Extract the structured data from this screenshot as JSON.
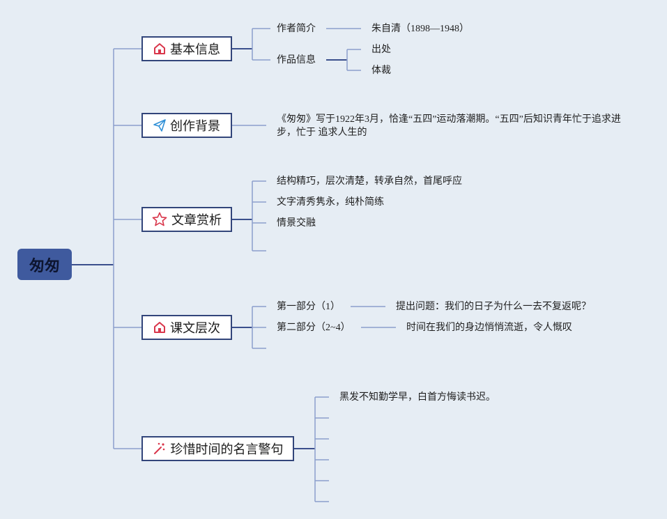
{
  "root": {
    "label": "匆匆"
  },
  "branches": {
    "basic_info": {
      "label": "基本信息",
      "icon": "home-icon",
      "author_label": "作者简介",
      "author_value": "朱自清（1898—1948）",
      "work_label": "作品信息",
      "work_children": [
        "出处",
        "体裁"
      ]
    },
    "background": {
      "label": "创作背景",
      "icon": "paper-plane-icon",
      "text": "《匆匆》写于1922年3月，恰逢“五四”运动落潮期。“五四”后知识青年忙于追求进步，忙于 追求人生的"
    },
    "appreciation": {
      "label": "文章赏析",
      "icon": "star-icon",
      "items": [
        "结构精巧，层次清楚，转承自然，首尾呼应",
        "文字清秀隽永，纯朴简练",
        "情景交融"
      ]
    },
    "structure": {
      "label": "课文层次",
      "icon": "home-icon",
      "parts": [
        {
          "label": "第一部分（1）",
          "desc": "提出问题：我们的日子为什么一去不复返呢？"
        },
        {
          "label": "第二部分（2~4）",
          "desc": "时间在我们的身边悄悄流逝，令人慨叹"
        }
      ]
    },
    "quotes": {
      "label": "珍惜时间的名言警句",
      "icon": "sparkle-icon",
      "items": [
        "黑发不知勤学早，白首方悔读书迟。"
      ]
    }
  },
  "colors": {
    "background": "#e6edf4",
    "root_fill": "#3f5a9e",
    "node_border": "#32457a",
    "line": "#8c9fcb",
    "icon_red": "#d9364b",
    "icon_blue": "#2f8fd6"
  }
}
